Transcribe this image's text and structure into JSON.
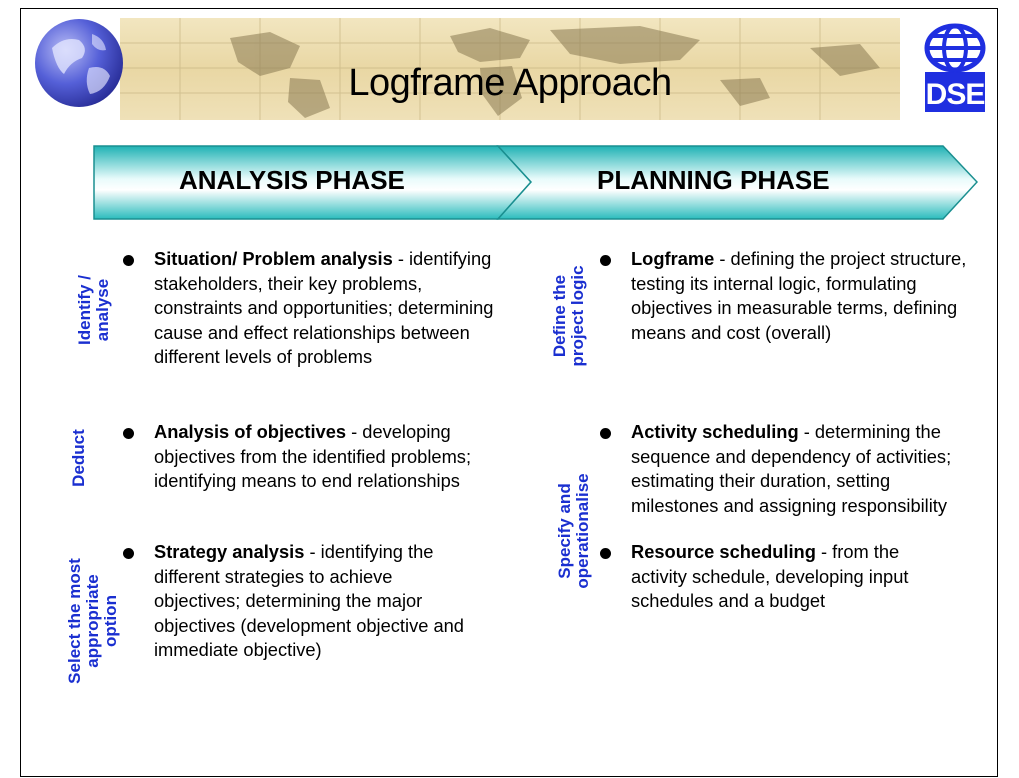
{
  "header": {
    "title": "Logframe Approach",
    "logo_text": "DSE"
  },
  "phases": {
    "analysis_label": "ANALYSIS PHASE",
    "planning_label": "PLANNING PHASE"
  },
  "analysis": {
    "side_labels": {
      "identify": [
        "Identify /",
        "analyse"
      ],
      "deduct": [
        "Deduct"
      ],
      "select": [
        "Select the most",
        "appropriate",
        "option"
      ]
    },
    "items": [
      {
        "title": "Situation/ Problem analysis",
        "text": " - identifying stakeholders, their key problems, constraints and opportunities; determining cause and effect relationships between different levels of problems"
      },
      {
        "title": "Analysis of objectives",
        "text": " - developing objectives from the identified problems; identifying means to end relationships"
      },
      {
        "title": "Strategy analysis",
        "text": " - identifying the different strategies to achieve objectives; determining the major objectives (development objective and immediate objective)"
      }
    ]
  },
  "planning": {
    "side_labels": {
      "define": [
        "Define the",
        "project logic"
      ],
      "specify": [
        "Specify and",
        "operationalise"
      ]
    },
    "items": [
      {
        "title": "Logframe",
        "text": " - defining the project structure, testing its internal logic, formulating objectives in measurable terms, defining means and cost (overall)"
      },
      {
        "title": "Activity scheduling",
        "text": " - determining the sequence and dependency of activities; estimating their duration, setting milestones and assigning responsibility"
      },
      {
        "title": "Resource scheduling",
        "text": " - from the activity schedule, developing input schedules and a budget"
      }
    ]
  },
  "colors": {
    "side_label": "#1a2fd0",
    "arrow_dark": "#1fb2b4",
    "arrow_light": "#e8fbfb",
    "logo_blue": "#1f2fe0",
    "globe": "#5560d8"
  }
}
